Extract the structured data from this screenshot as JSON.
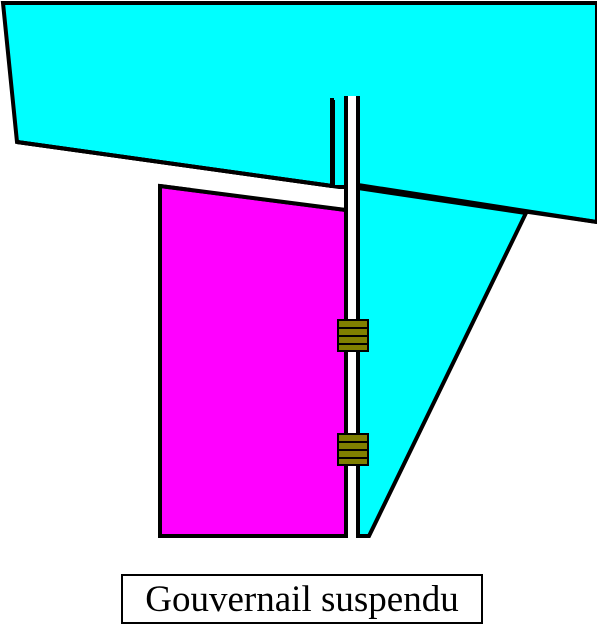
{
  "caption": "Gouvernail suspendu",
  "colors": {
    "hull": "#00ffff",
    "rudder": "#ff00ff",
    "pintle": "#808000",
    "outline": "#000000",
    "background": "#ffffff"
  },
  "parts": {
    "hull": "hull (coque) – cyan",
    "rudder_blade": "rudder blade – magenta",
    "rudder_stock": "rudder stock",
    "bearings": 2
  }
}
